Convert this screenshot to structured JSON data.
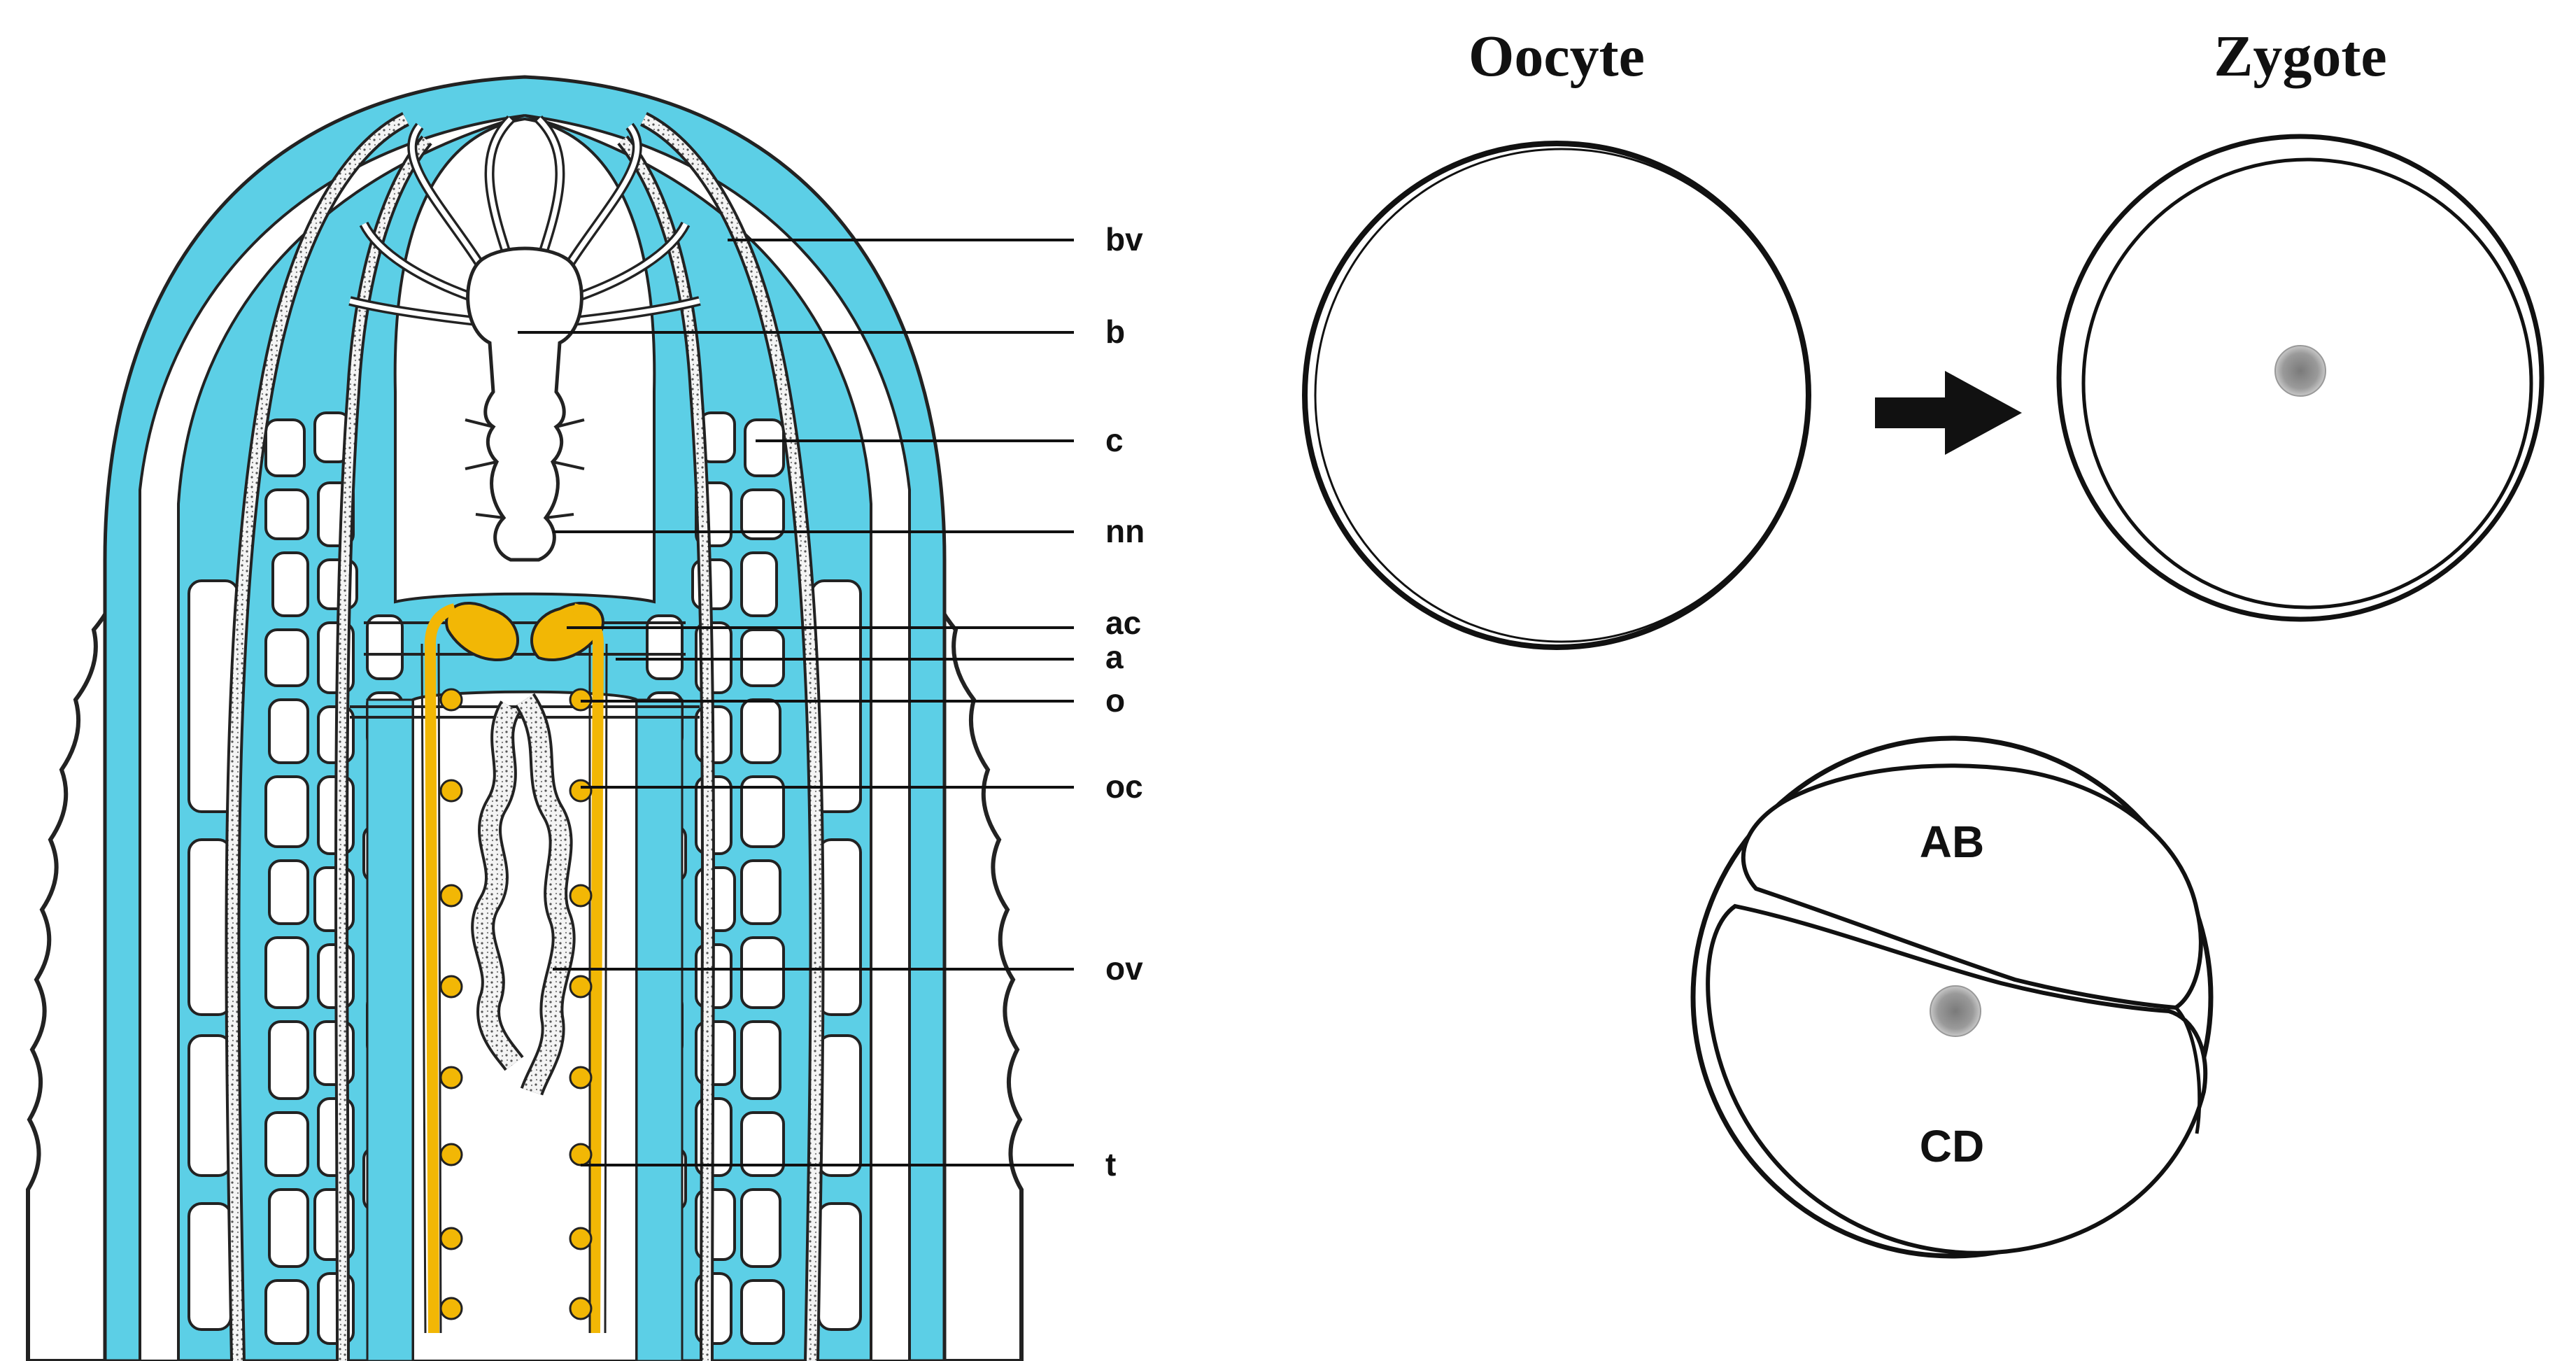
{
  "anatomy": {
    "colors": {
      "tissue": "#5ccfe6",
      "gonad": "#f2b705",
      "outline": "#222222",
      "background": "#ffffff"
    },
    "labels": [
      "bv",
      "b",
      "c",
      "nn",
      "ac",
      "a",
      "o",
      "oc",
      "ov",
      "t"
    ]
  },
  "development": {
    "oocyte_title": "Oocyte",
    "zygote_title": "Zygote",
    "cells": {
      "ab": "AB",
      "cd": "CD"
    },
    "icons": [
      "arrow-right-icon"
    ],
    "nucleus_color": "#8a8a8a"
  }
}
